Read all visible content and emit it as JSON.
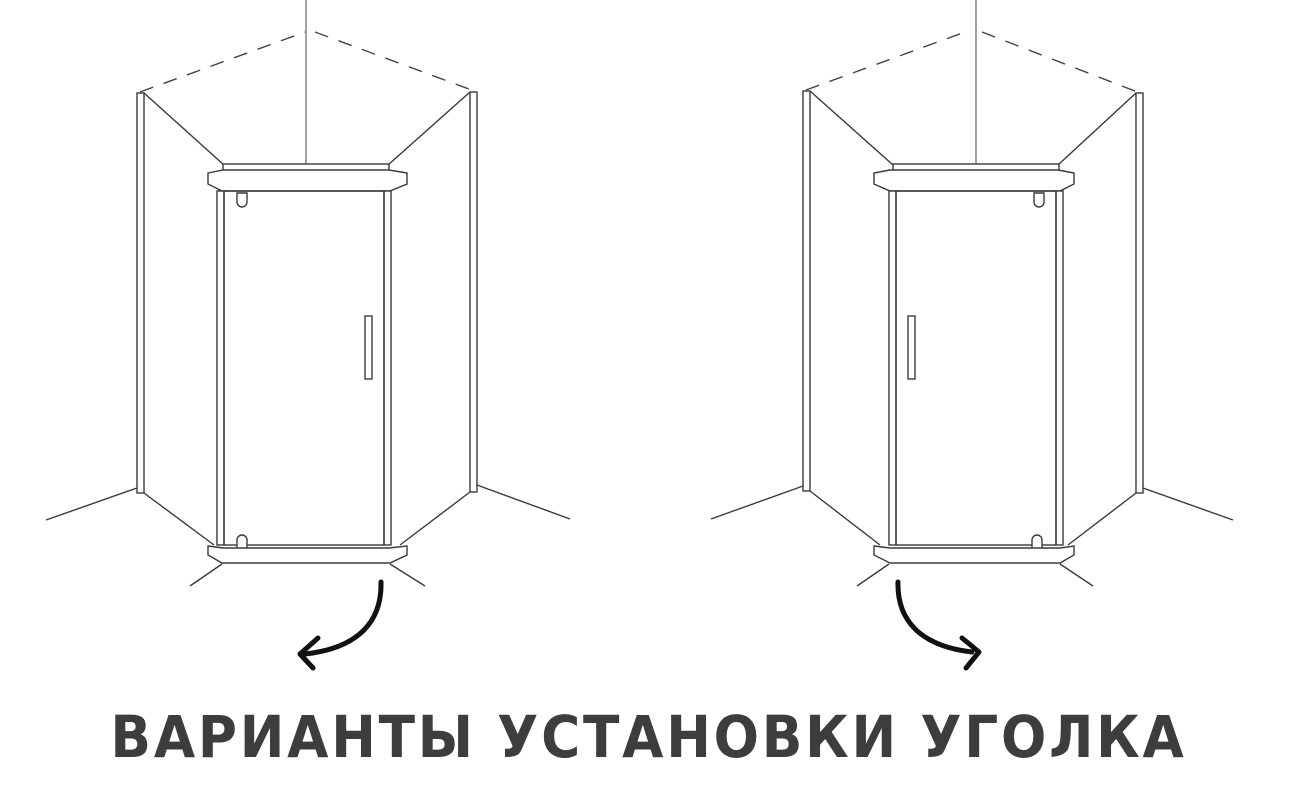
{
  "title": "ВАРИАНТЫ УСТАНОВКИ УГОЛКА",
  "variants": [
    {
      "name": "left-opening",
      "door_swing": "left",
      "handle_side": "right",
      "hinge_side": "left"
    },
    {
      "name": "right-opening",
      "door_swing": "right",
      "handle_side": "left",
      "hinge_side": "right"
    }
  ],
  "colors": {
    "text": "#3d3d3d",
    "lines": "#3a3a3a",
    "arrow": "#111111",
    "background": "#ffffff"
  }
}
